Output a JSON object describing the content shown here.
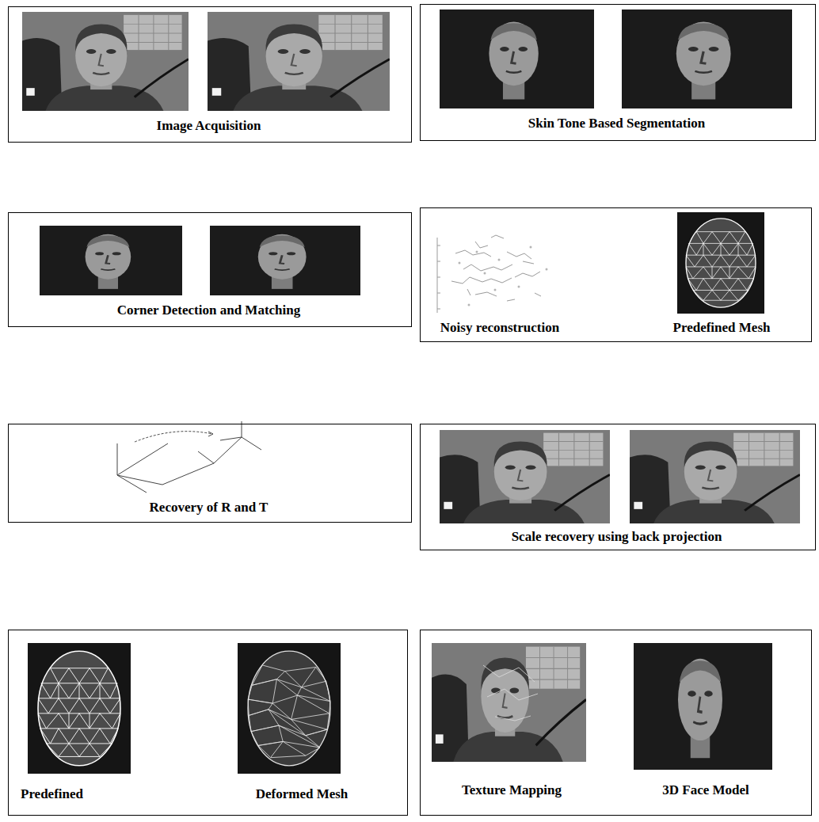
{
  "diagram": {
    "nodes": [
      {
        "text": [
          "Image Acquisition"
        ]
      },
      {
        "text": [
          "Skin Tone Based Segmentation"
        ]
      },
      {
        "text": [
          "Corner Detection and Matching"
        ]
      },
      {
        "text": [
          "Noisy reconstruction",
          "Predefined Mesh"
        ]
      },
      {
        "text": [
          "Recovery of R and T"
        ]
      },
      {
        "text": [
          "Scale recovery using back projection"
        ]
      },
      {
        "text": [
          "Predefined",
          "Deformed Mesh"
        ]
      },
      {
        "text": [
          "Texture Mapping",
          "3D Face Model"
        ]
      }
    ]
  }
}
